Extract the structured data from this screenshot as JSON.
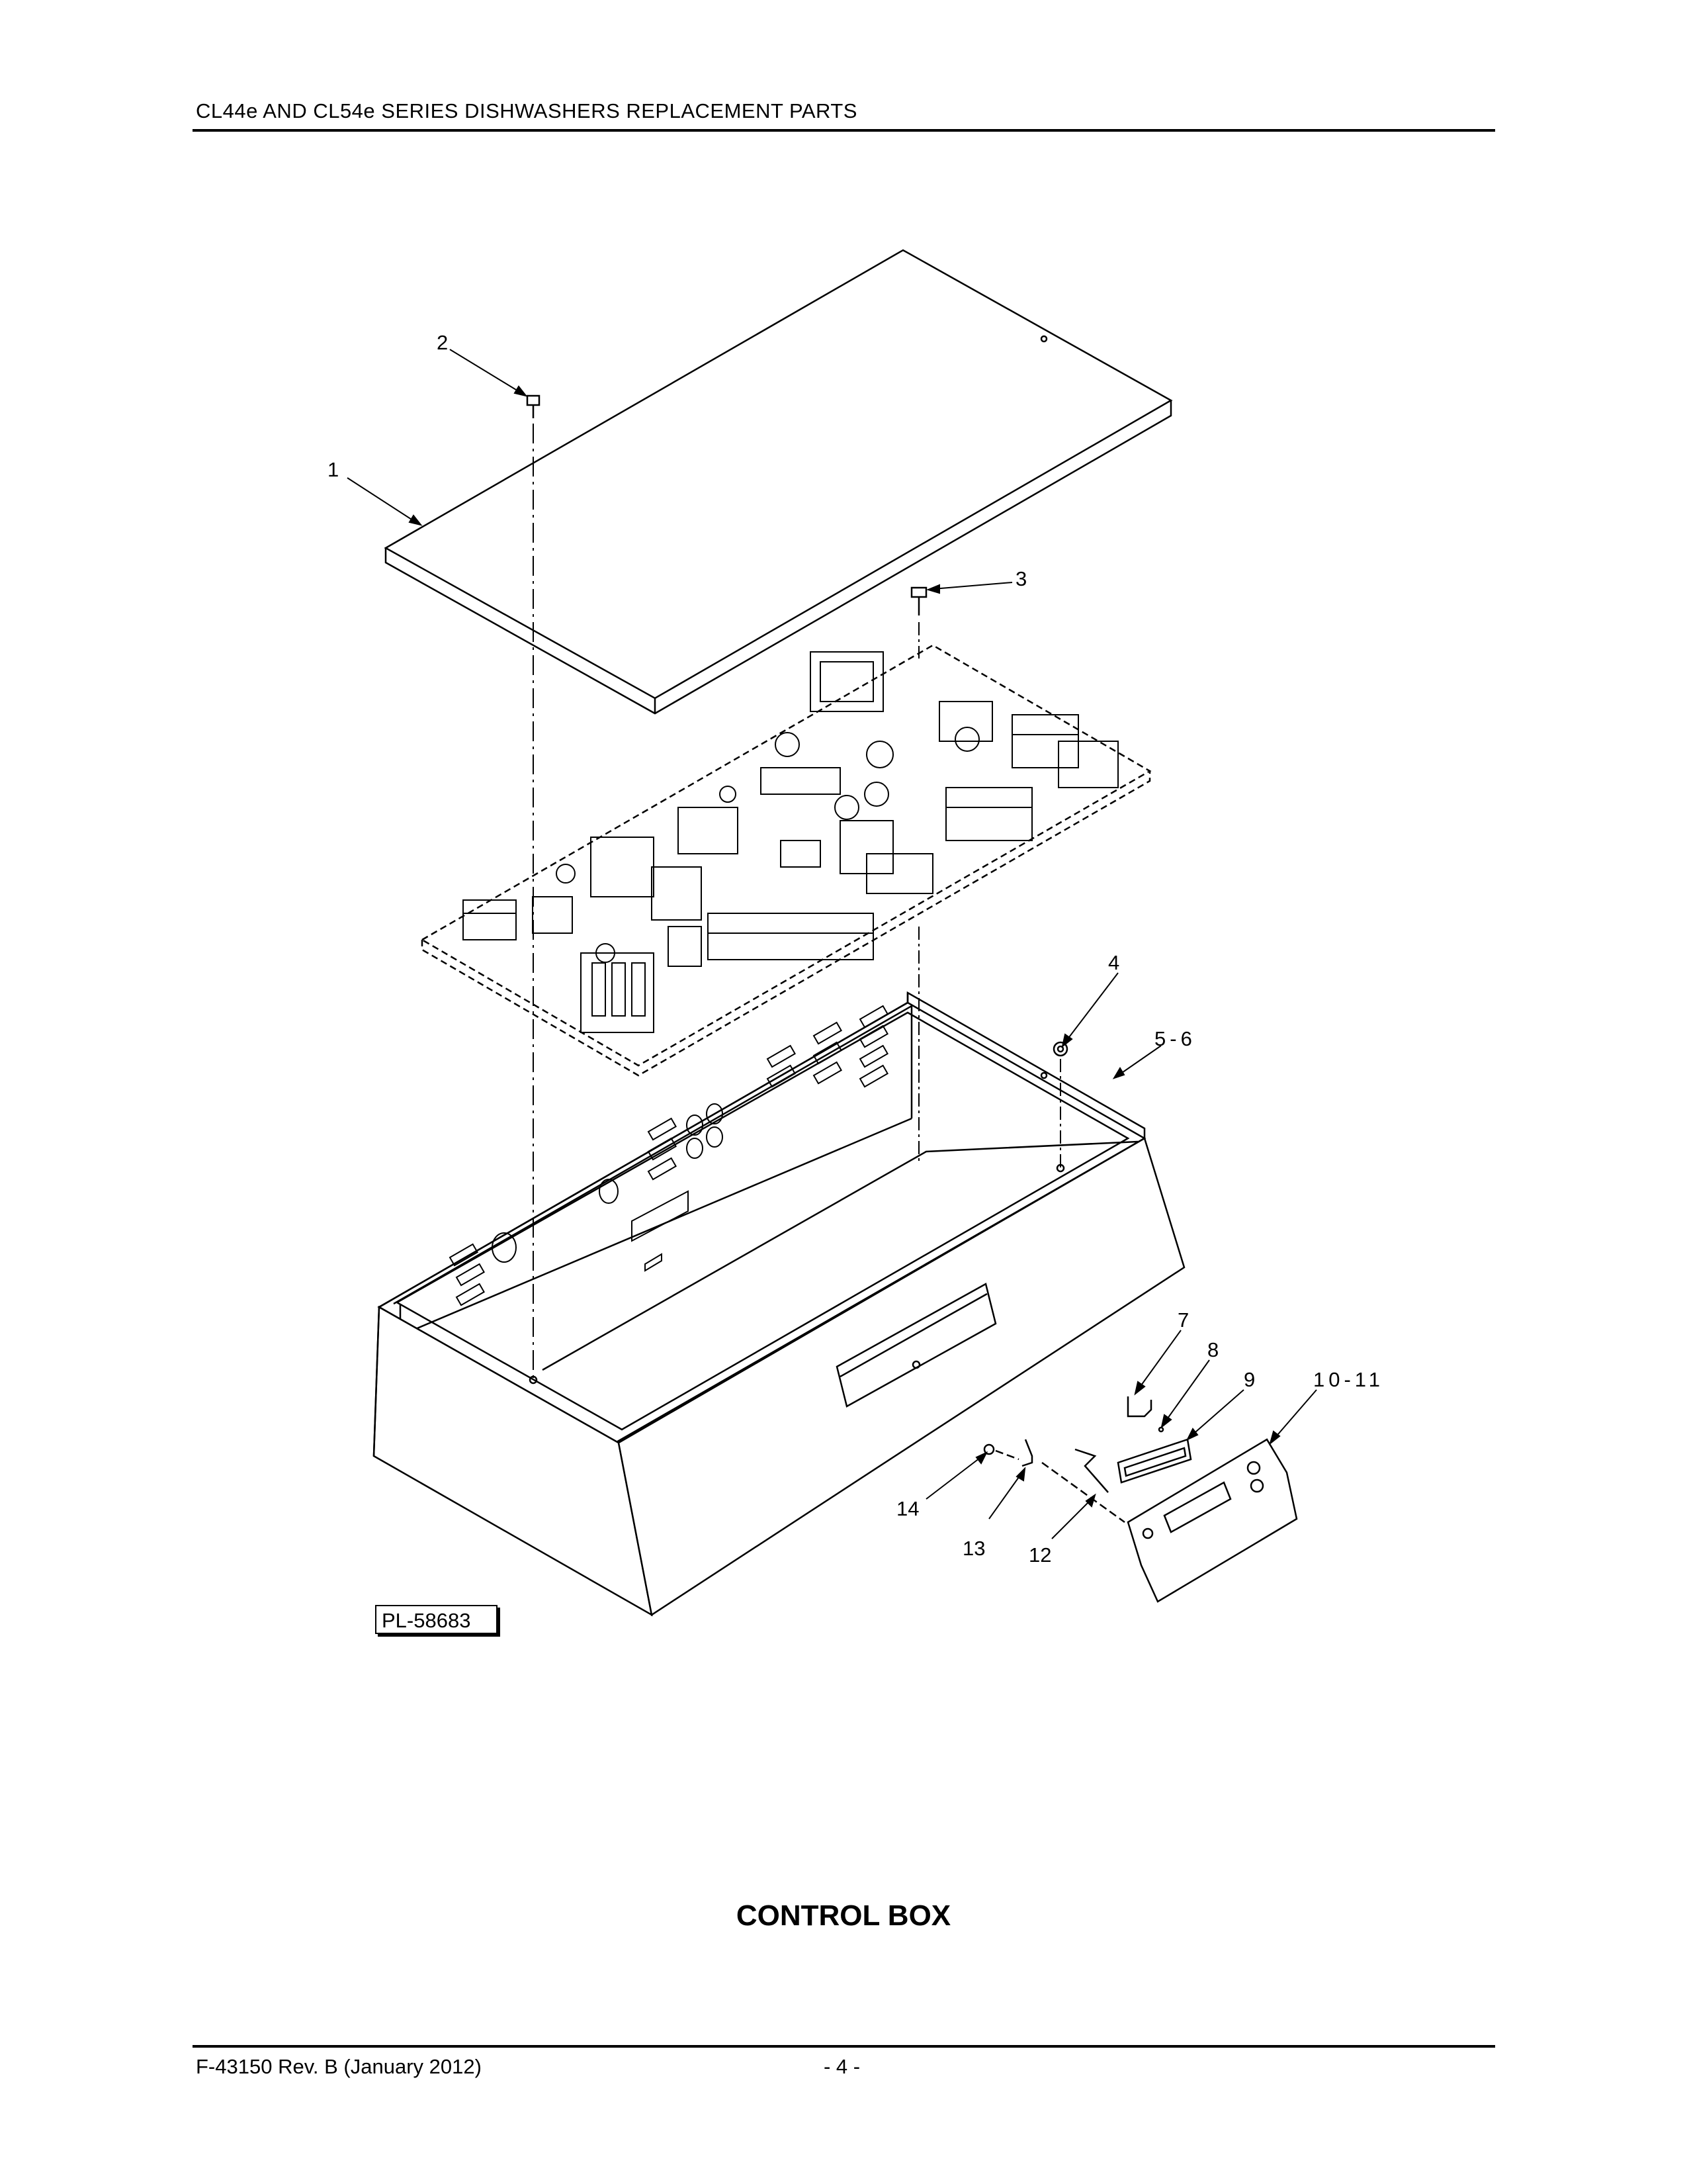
{
  "header": {
    "title": "CL44e AND CL54e SERIES DISHWASHERS REPLACEMENT PARTS"
  },
  "diagram": {
    "callouts": [
      "1",
      "2",
      "3",
      "4",
      "5-6",
      "7",
      "8",
      "9",
      "10-11",
      "12",
      "13",
      "14"
    ],
    "drawing_ref": "PL-58683"
  },
  "title": "CONTROL BOX",
  "footer": {
    "doc_id": "F-43150 Rev. B (January 2012)",
    "page": "- 4 -"
  }
}
